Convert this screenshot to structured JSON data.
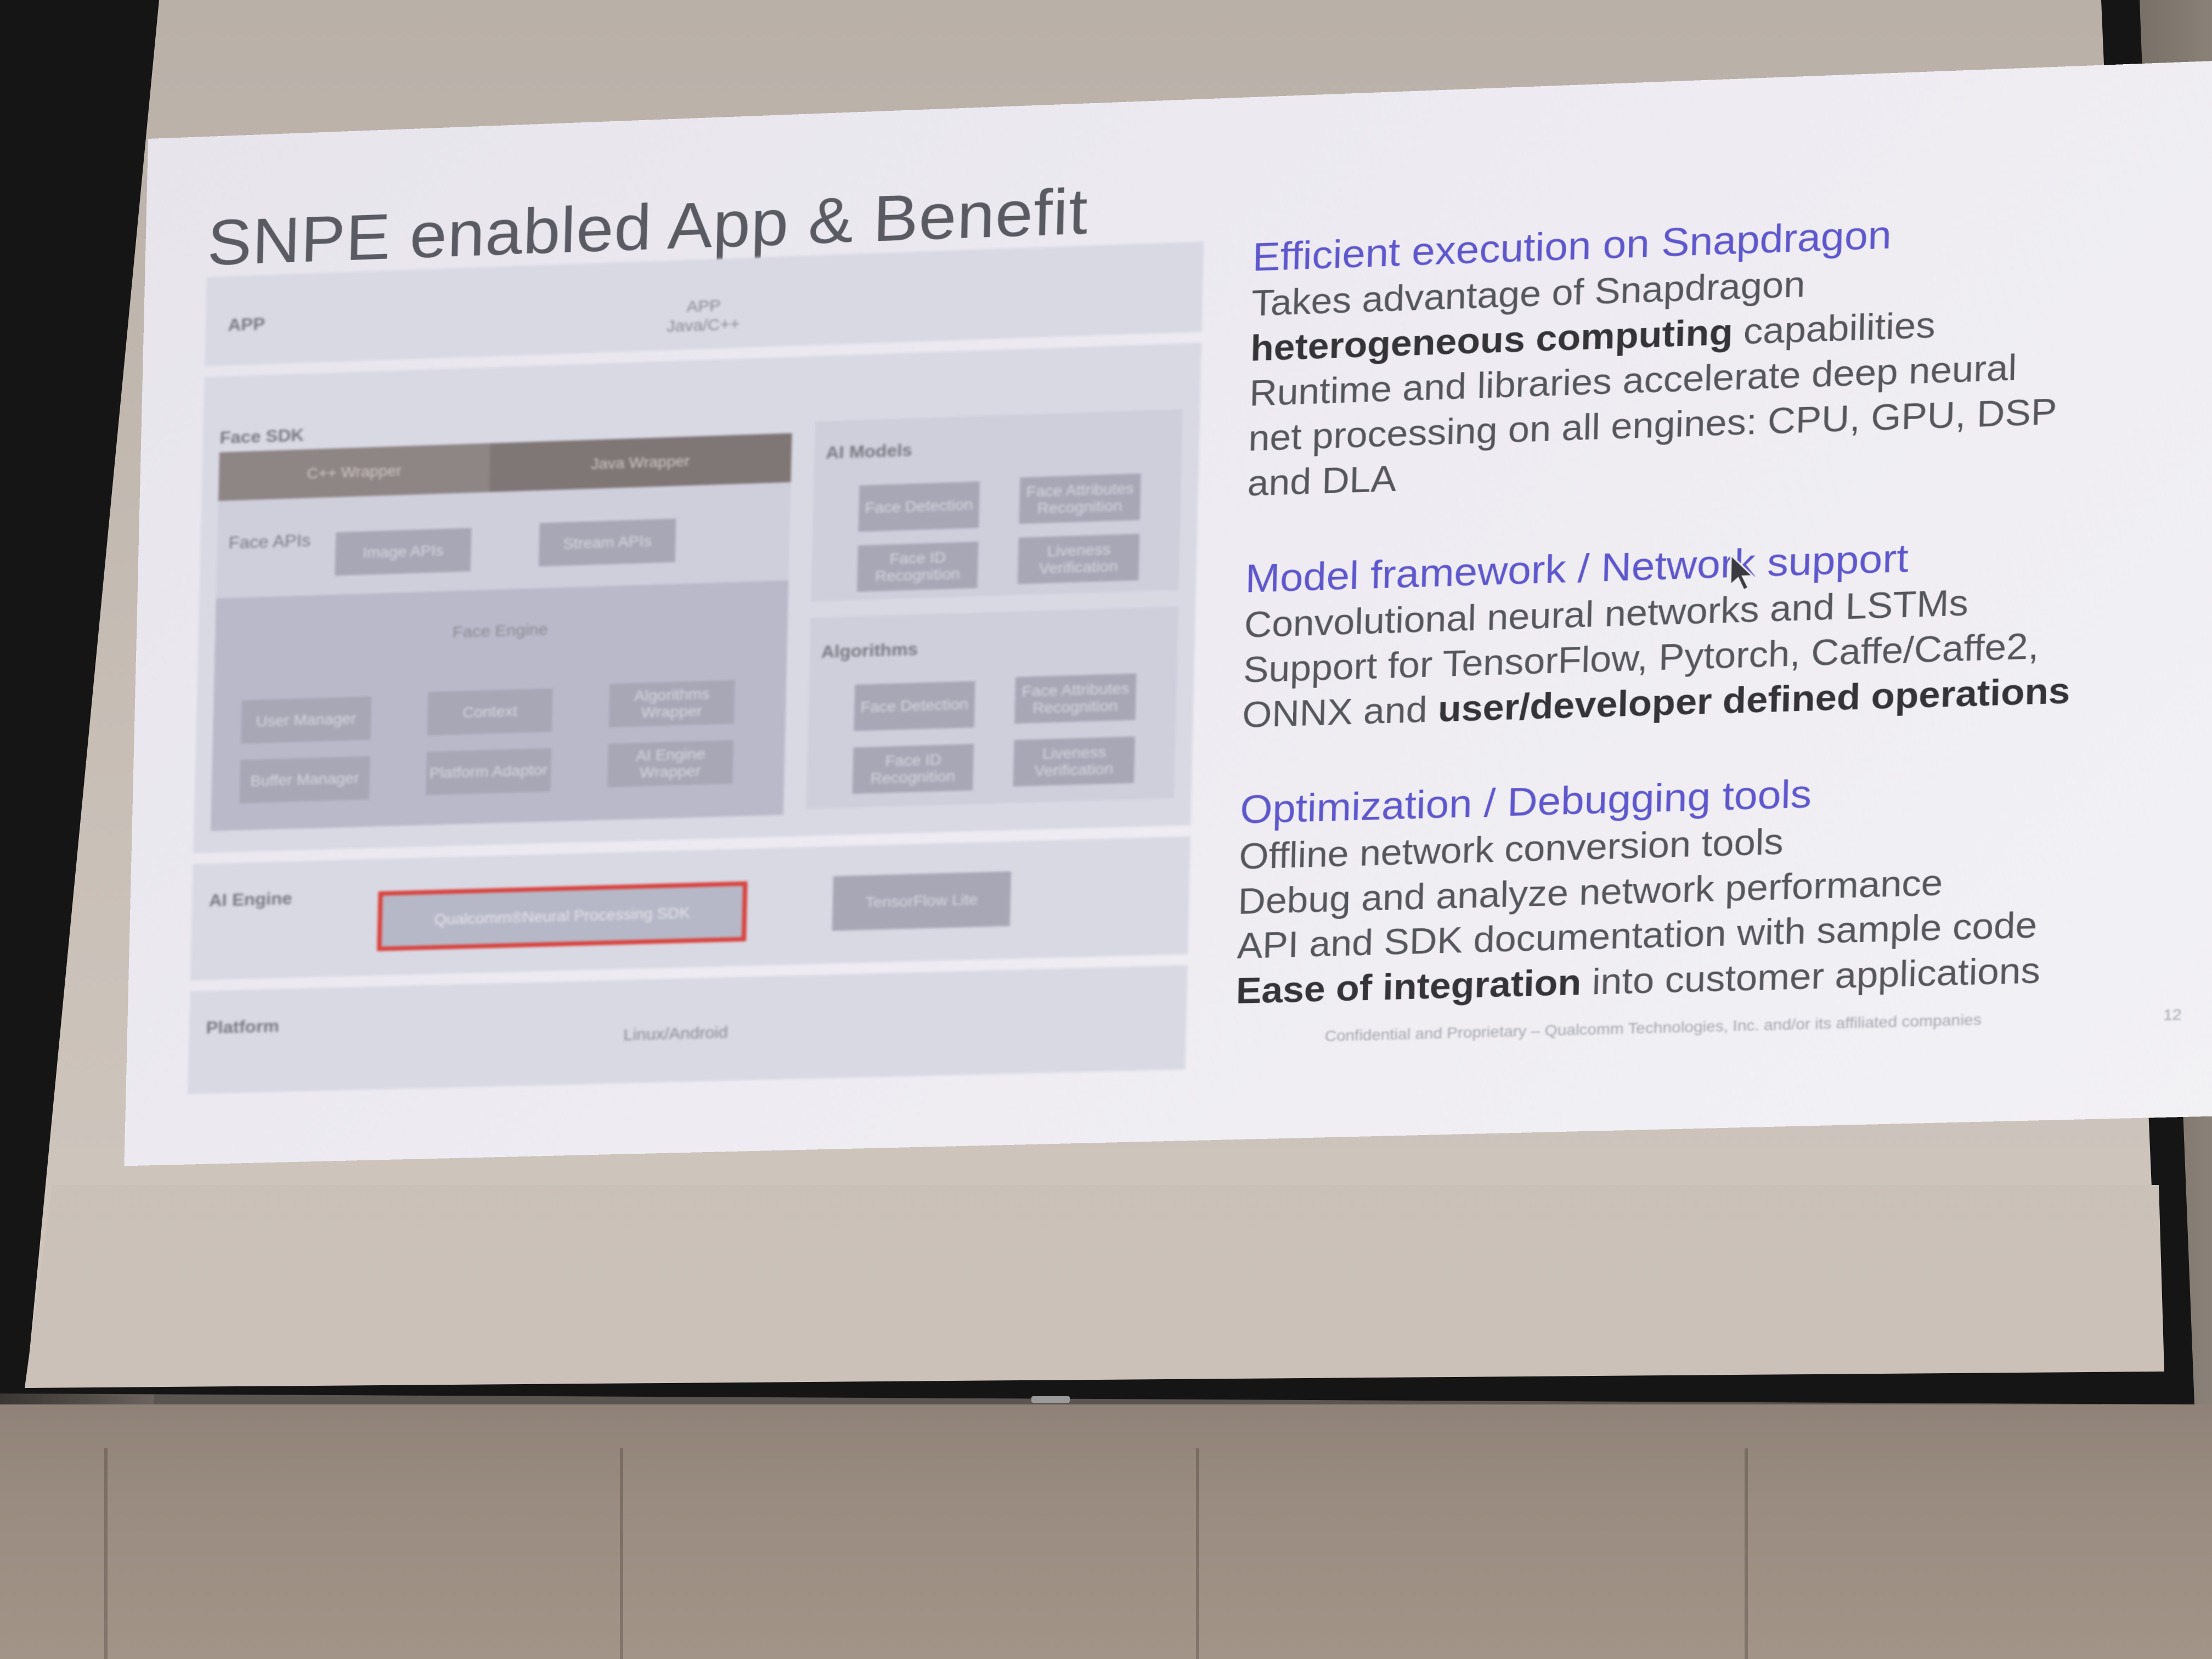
{
  "slide": {
    "title": "SNPE enabled App & Benefit",
    "footer": "Confidential and Proprietary – Qualcomm Technologies, Inc. and/or its affiliated companies",
    "page_number": "12"
  },
  "diagram": {
    "app_layer": {
      "label": "APP",
      "center_line1": "APP",
      "center_line2": "Java/C++"
    },
    "face_sdk": {
      "label": "Face SDK",
      "wrappers": [
        "C++ Wrapper",
        "Java Wrapper"
      ],
      "face_apis_label": "Face APIs",
      "face_apis": [
        "Image APIs",
        "Stream APIs"
      ],
      "face_engine_label": "Face Engine",
      "engine_blocks": [
        "User Manager",
        "Context",
        "Algorithms Wrapper",
        "Buffer Manager",
        "Platform Adaptor",
        "AI Engine Wrapper"
      ],
      "ai_models_label": "AI Models",
      "ai_models": [
        "Face Detection",
        "Face Attributes Recognition",
        "Face ID Recognition",
        "Liveness Verification"
      ],
      "algorithms_label": "Algorithms",
      "algorithms": [
        "Face Detection",
        "Face Attributes Recognition",
        "Face ID Recognition",
        "Liveness Verification"
      ]
    },
    "ai_engine": {
      "label": "AI Engine",
      "snpe": "Qualcomm®Neural Processing SDK",
      "tflite": "TensorFlow Lite"
    },
    "platform": {
      "label": "Platform",
      "os": "Linux/Android"
    }
  },
  "benefits": {
    "efficient": {
      "heading": "Efficient execution on Snapdragon",
      "line1": "Takes advantage of Snapdragon",
      "line2_bold": "heterogeneous computing",
      "line2_rest": " capabilities",
      "line3": "Runtime and libraries accelerate deep neural",
      "line4": "net processing on all engines: CPU, GPU, DSP",
      "line5": "and DLA"
    },
    "framework": {
      "heading": "Model framework / Network support",
      "line1": "Convolutional neural networks and LSTMs",
      "line2": "Support for TensorFlow, Pytorch, Caffe/Caffe2,",
      "line3_start": "ONNX and ",
      "line3_bold": "user/developer defined operations"
    },
    "tools": {
      "heading": "Optimization / Debugging tools",
      "line1": "Offline network conversion tools",
      "line2": "Debug and analyze network performance",
      "line3": "API and SDK documentation with sample code",
      "line4_bold": "Ease of integration",
      "line4_rest": " into customer applications"
    }
  },
  "colors": {
    "heading": "#5d56cc",
    "body_text": "#55555c",
    "highlight_border": "#d9423d"
  },
  "icons": {
    "pointer": "mouse-pointer-icon"
  }
}
